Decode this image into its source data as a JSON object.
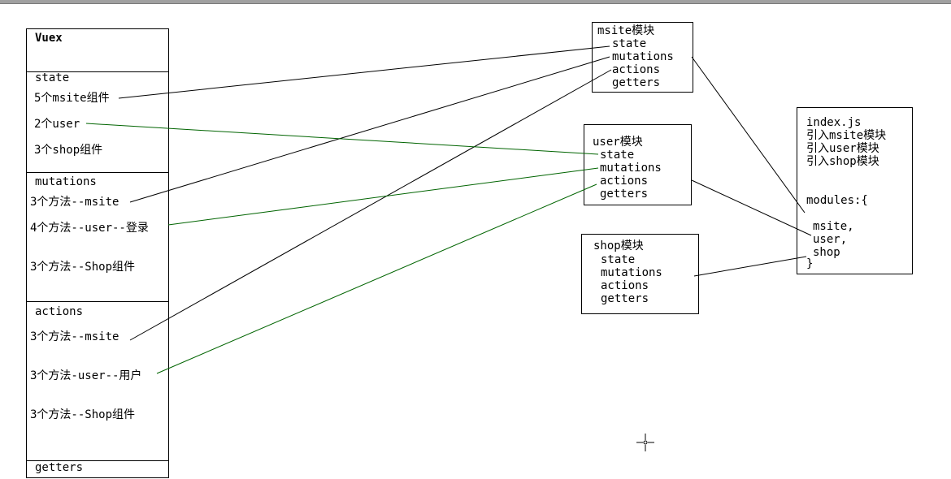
{
  "vuex": {
    "title": "Vuex",
    "state": {
      "header": "state",
      "items": [
        "5个msite组件",
        "2个user",
        "3个shop组件"
      ]
    },
    "mutations": {
      "header": "mutations",
      "items": [
        "3个方法--msite",
        "4个方法--user--登录",
        "3个方法--Shop组件"
      ]
    },
    "actions": {
      "header": "actions",
      "items": [
        "3个方法--msite",
        "3个方法-user--用户",
        "3个方法--Shop组件"
      ]
    },
    "getters": {
      "header": "getters"
    }
  },
  "msite_module": {
    "title": "msite模块",
    "items": [
      "state",
      "mutations",
      "actions",
      "getters"
    ]
  },
  "user_module": {
    "title": "user模块",
    "items": [
      "state",
      "mutations",
      "actions",
      "getters"
    ]
  },
  "shop_module": {
    "title": "shop模块",
    "items": [
      "state",
      "mutations",
      "actions",
      "getters"
    ]
  },
  "index_js": {
    "title": "index.js",
    "imports": [
      "引入msite模块",
      "引入user模块",
      "引入shop模块"
    ],
    "modules_open": "modules:{",
    "module_names": [
      "msite,",
      "user,",
      "shop"
    ],
    "modules_close": "}"
  },
  "colors": {
    "black_line": "#000000",
    "green_line": "#006400"
  }
}
